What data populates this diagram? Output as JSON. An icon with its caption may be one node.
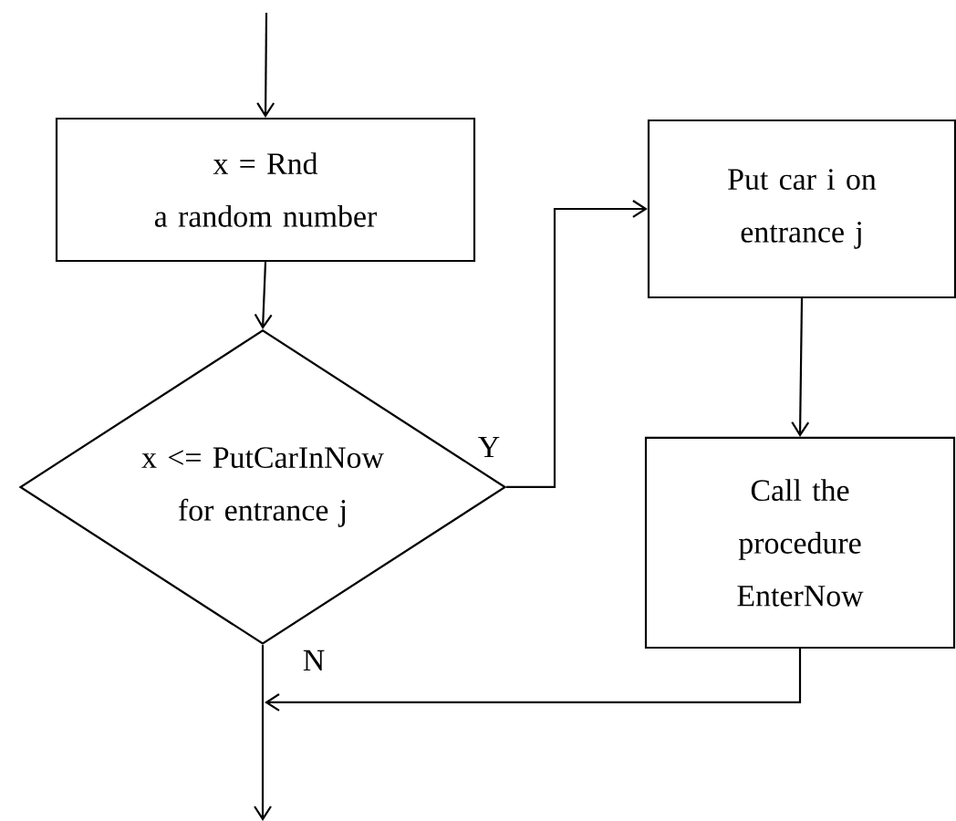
{
  "diagram": {
    "nodes": [
      {
        "text": [
          "x = Rnd",
          "a random number"
        ]
      },
      {
        "text": [
          "x <= PutCarInNow for entrance j"
        ]
      },
      {
        "text": [
          "Put car i on entrance j"
        ]
      },
      {
        "text": [
          "Call the procedure EnterNow"
        ]
      }
    ],
    "edges": [
      {
        "from": null,
        "to": 0,
        "arrow": "to"
      },
      {
        "from": 0,
        "to": 1,
        "arrow": "to"
      },
      {
        "from": 1,
        "to": 2,
        "arrow": "to",
        "label": "Y"
      },
      {
        "from": 2,
        "to": 3,
        "arrow": "to"
      },
      {
        "from": 1,
        "to": null,
        "arrow": "to",
        "label": "N"
      },
      {
        "from": 3,
        "to": null,
        "arrow": "to"
      }
    ]
  }
}
